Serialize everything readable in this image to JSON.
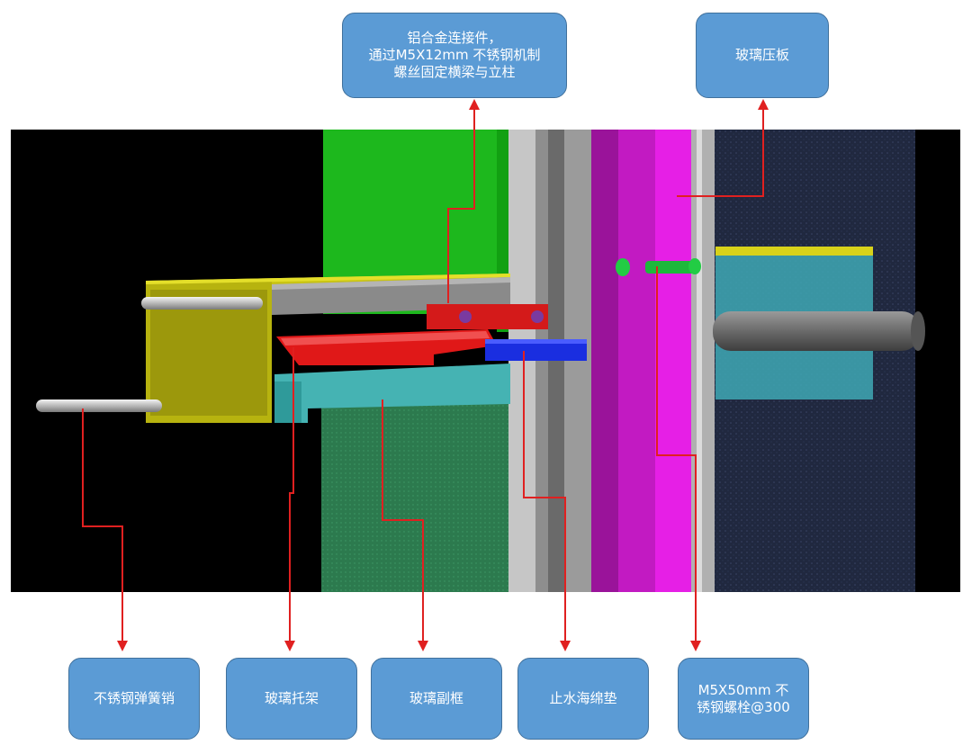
{
  "callouts": {
    "connector": "铝合金连接件，\n通过M5X12mm 不锈钢机制\n螺丝固定横梁与立柱",
    "pressure_plate": "玻璃压板",
    "spring_pin": "不锈钢弹簧销",
    "glass_bracket": "玻璃托架",
    "glass_subframe": "玻璃副框",
    "water_stop_foam": "止水海绵垫",
    "bolt": "M5X50mm 不\n锈钢螺栓@300"
  },
  "colors": {
    "callout_fill": "#5b9bd5",
    "callout_text": "#ffffff",
    "leader_line": "#e02020",
    "background_scene": "#000000",
    "transom_yellow": "#d8d21a",
    "mullion_magenta": "#e61fe6",
    "wall_green": "#1db81d",
    "bracket_red": "#e01818",
    "foam_blue": "#1a2ee0",
    "subframe_cyan": "#45b3b3"
  }
}
